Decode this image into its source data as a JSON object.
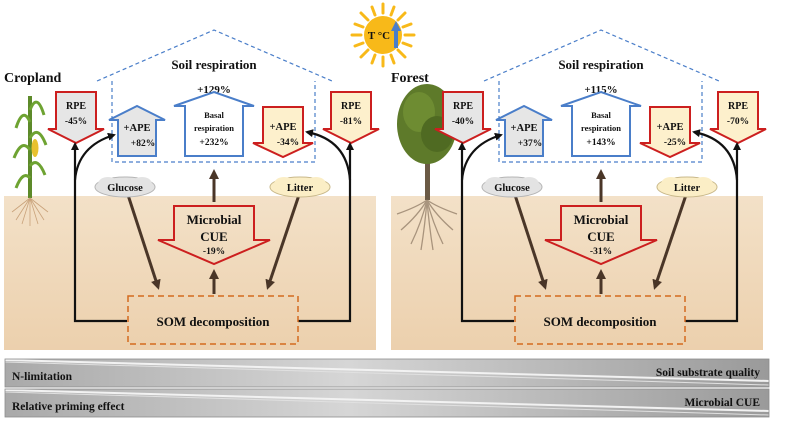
{
  "sun": {
    "label": "T °C",
    "color": "#f8b919",
    "arrow_color": "#4a7ec9"
  },
  "colors": {
    "soil_top": "#f4e3cc",
    "soil_bottom": "#e9c9a2",
    "blue_outline": "#4a7ec9",
    "red_outline": "#cc1f1f",
    "grey_fill": "#e6e6e6",
    "cream_fill": "#fdf0cc",
    "brown_arrow": "#4a3628",
    "orange_dash": "#d46a1f"
  },
  "panels": [
    {
      "ecosystem": "Cropland",
      "soil_respiration": {
        "title": "Soil respiration",
        "value": "+129%"
      },
      "rpe_left": {
        "label": "RPE",
        "value": "-45%"
      },
      "rpe_right": {
        "label": "RPE",
        "value": "-81%"
      },
      "ape_glucose": {
        "label": "+APE",
        "value": "+82%"
      },
      "basal": {
        "line1": "Basal",
        "line2": "respiration",
        "value": "+232%"
      },
      "ape_litter": {
        "label": "+APE",
        "value": "-34%"
      },
      "glucose": "Glucose",
      "litter": "Litter",
      "cue": {
        "line1": "Microbial",
        "line2": "CUE",
        "value": "-19%"
      },
      "som": "SOM decomposition"
    },
    {
      "ecosystem": "Forest",
      "soil_respiration": {
        "title": "Soil respiration",
        "value": "+115%"
      },
      "rpe_left": {
        "label": "RPE",
        "value": "-40%"
      },
      "rpe_right": {
        "label": "RPE",
        "value": "-70%"
      },
      "ape_glucose": {
        "label": "+APE",
        "value": "+37%"
      },
      "basal": {
        "line1": "Basal",
        "line2": "respiration",
        "value": "+143%"
      },
      "ape_litter": {
        "label": "+APE",
        "value": "-25%"
      },
      "glucose": "Glucose",
      "litter": "Litter",
      "cue": {
        "line1": "Microbial",
        "line2": "CUE",
        "value": "-31%"
      },
      "som": "SOM decomposition"
    }
  ],
  "gradient_bars": [
    {
      "left": "N-limitation",
      "right": "Soil substrate quality"
    },
    {
      "left": "Relative priming effect",
      "right": "Microbial CUE"
    }
  ]
}
